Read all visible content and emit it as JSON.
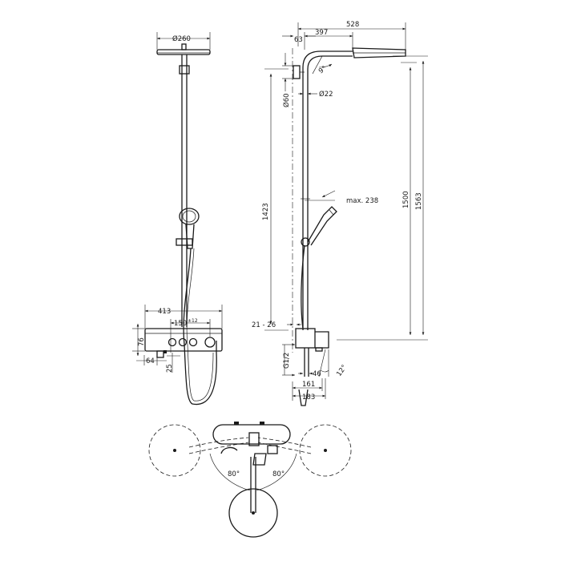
{
  "front_view": {
    "head_diameter": "Ø260",
    "width": "413",
    "spacing": "150",
    "spacing_tol": "±12",
    "height": "76",
    "offset_small": "64",
    "outlet_height": "25"
  },
  "side_view": {
    "arm_reach": "528",
    "arm_length": "397",
    "wall_offset": "63",
    "head_tilt": "9°",
    "wall_flange": "Ø60",
    "pipe_diameter": "Ø22",
    "rail_height": "1423",
    "max_pull": "max. 238",
    "total_height_a": "1500",
    "total_height_b": "1563",
    "wall_gap": "21 - 26",
    "thread": "G1/2",
    "spout_offset": "46",
    "spout_angle": "12°",
    "depth_a": "161",
    "depth_b": "183"
  },
  "plan_view": {
    "left_angle": "80°",
    "right_angle": "80°"
  }
}
